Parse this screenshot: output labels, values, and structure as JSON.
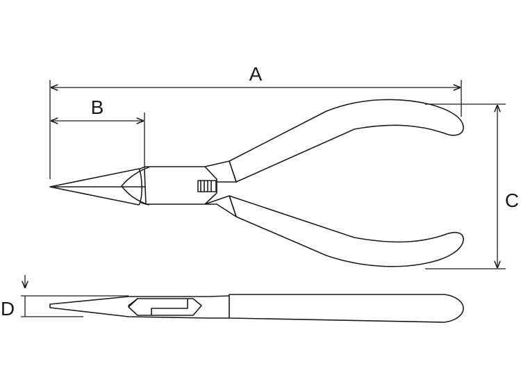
{
  "dimensions": {
    "length_overall": {
      "label": "A"
    },
    "jaw_length": {
      "label": "B"
    },
    "handle_spread": {
      "label": "C"
    },
    "thickness": {
      "label": "D"
    }
  }
}
